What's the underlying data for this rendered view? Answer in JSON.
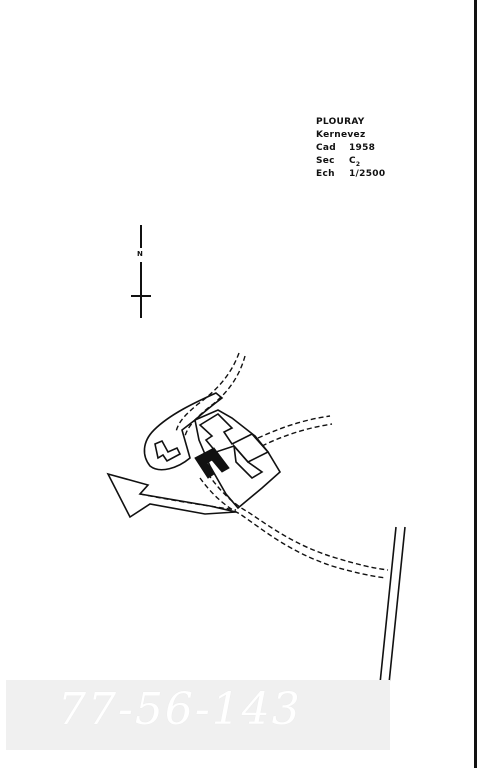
{
  "sheet": {
    "commune": "PLOURAY",
    "lieu_dit": "Kernevez",
    "cadastre": {
      "label": "Cad",
      "value": "1958"
    },
    "section": {
      "label": "Sec",
      "value": "C",
      "subscript": "2"
    },
    "echelle": {
      "label": "Ech",
      "value": "1/2500"
    }
  },
  "north_arrow": {
    "label": "N"
  },
  "archive": {
    "reference": "77-56-143"
  },
  "icons": [
    "north-arrow-icon"
  ],
  "colors": {
    "ink": "#111111",
    "paper": "#ffffff",
    "band": "#f0f0f0"
  }
}
